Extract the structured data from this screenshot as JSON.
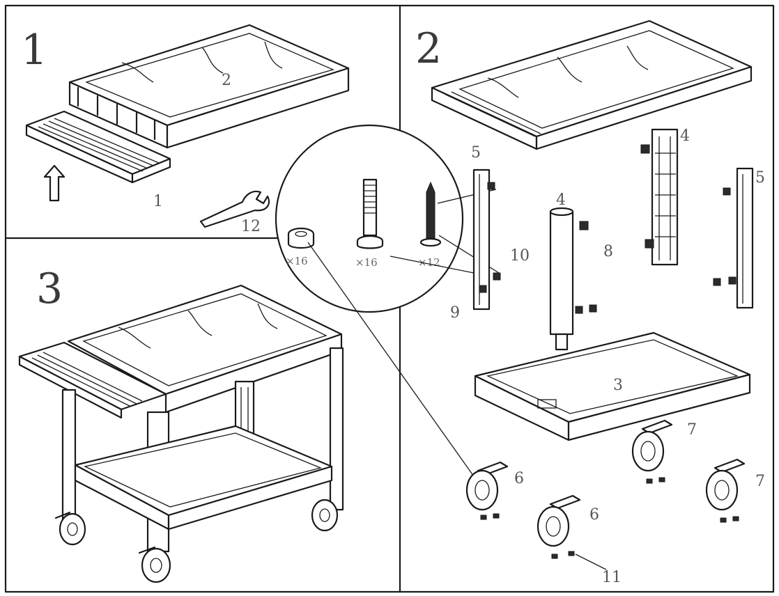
{
  "panels": {
    "p1": "1",
    "p2": "2",
    "p3": "3"
  },
  "parts": {
    "tray_1": "1",
    "top_shelf_2": "2",
    "bottom_shelf_3": "3",
    "post_4a": "4",
    "post_4b": "4",
    "post_5a": "5",
    "post_5b": "5",
    "caster_6a": "6",
    "caster_6b": "6",
    "caster_7a": "7",
    "caster_7b": "7",
    "screw_8": "8",
    "screw_9": "9",
    "screw_10": "10",
    "screw_11": "11",
    "wrench_12": "12"
  },
  "hardware": {
    "nut_qty": "×16",
    "bolt_qty": "×16",
    "screw_qty": "×12"
  }
}
